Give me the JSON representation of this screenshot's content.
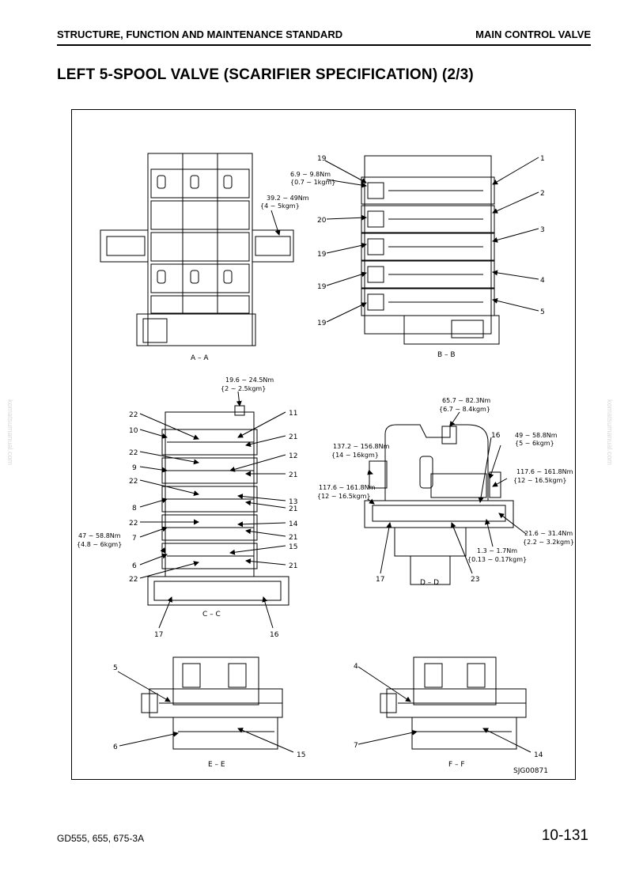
{
  "header": {
    "left": "STRUCTURE, FUNCTION AND MAINTENANCE STANDARD",
    "right": "MAIN CONTROL VALVE"
  },
  "title": "LEFT 5-SPOOL VALVE (SCARIFIER SPECIFICATION) (2/3)",
  "footer": {
    "model": "GD555, 655, 675-3A",
    "page": "10-131"
  },
  "watermark": "komatsumanual.com",
  "figure": {
    "code": "SJG00871",
    "views": {
      "aa": "A – A",
      "bb": "B – B",
      "cc": "C – C",
      "dd": "D – D",
      "ee": "E – E",
      "ff": "F – F"
    },
    "torques": {
      "bb1a": "6.9 ~ 9.8Nm",
      "bb1b": "{0.7 ~ 1kgm}",
      "aa1a": "39.2 ~ 49Nm",
      "aa1b": "{4 ~ 5kgm}",
      "cc1a": "19.6 ~ 24.5Nm",
      "cc1b": "{2 ~ 2.5kgm}",
      "cc2a": "47 ~ 58.8Nm",
      "cc2b": "{4.8 ~ 6kgm}",
      "dd1a": "65.7 ~ 82.3Nm",
      "dd1b": "{6.7 ~ 8.4kgm}",
      "dd2a": "137.2 ~ 156.8Nm",
      "dd2b": "{14 ~ 16kgm}",
      "dd3a": "49 ~ 58.8Nm",
      "dd3b": "{5 ~ 6kgm}",
      "dd4a": "117.6 ~ 161.8Nm",
      "dd4b": "{12 ~ 16.5kgm}",
      "dd5a": "117.6 ~ 161.8Nm",
      "dd5b": "{12 ~ 16.5kgm}",
      "dd6a": "21.6 ~ 31.4Nm",
      "dd6b": "{2.2 ~ 3.2kgm}",
      "dd7a": "1.3 ~ 1.7Nm",
      "dd7b": "{0.13 ~ 0.17kgm}"
    },
    "callouts": {
      "bb_left": [
        "19",
        "20",
        "19",
        "19",
        "19"
      ],
      "bb_right": [
        "1",
        "2",
        "3",
        "4",
        "5"
      ],
      "cc_left": [
        "22",
        "10",
        "22",
        "9",
        "22",
        "8",
        "22",
        "7",
        "6",
        "22"
      ],
      "cc_right": [
        "11",
        "21",
        "12",
        "21",
        "13",
        "21",
        "14",
        "21",
        "15",
        "21"
      ],
      "cc_bottom": [
        "17",
        "16"
      ],
      "dd": [
        "16",
        "17",
        "23"
      ],
      "ee": [
        "5",
        "6",
        "15"
      ],
      "ff": [
        "4",
        "7",
        "14"
      ]
    }
  }
}
